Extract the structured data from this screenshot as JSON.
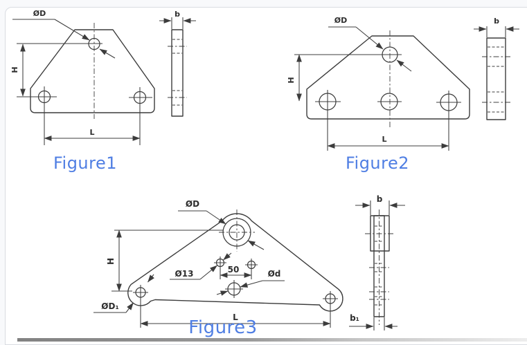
{
  "colors": {
    "line": "#3c3c3c",
    "caption_blue": "#4f7ee3",
    "page_background": "#f8f9fb",
    "card_border": "#d9dce1"
  },
  "figures": [
    {
      "caption": "Figure1",
      "front_labels": {
        "top_hole_dia": "ØD",
        "height": "H",
        "length": "L"
      },
      "side_labels": {
        "thickness": "b"
      }
    },
    {
      "caption": "Figure2",
      "front_labels": {
        "top_hole_dia": "ØD",
        "height": "H",
        "length": "L"
      },
      "side_labels": {
        "thickness": "b"
      }
    },
    {
      "caption": "Figure3",
      "front_labels": {
        "top_hole_dia": "ØD",
        "height": "H",
        "length": "L",
        "corner_hole_dia": "ØD₁",
        "small_hole_dia": "Ø13",
        "hole_spacing": "50",
        "mid_hole_dia": "Ød"
      },
      "side_labels": {
        "thickness": "b",
        "bottom_thickness": "b₁"
      }
    }
  ]
}
